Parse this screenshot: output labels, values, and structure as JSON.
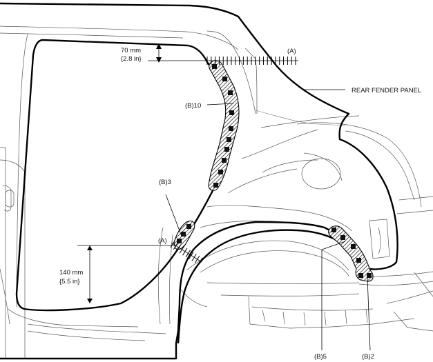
{
  "labels": {
    "seam_upper": "(A)",
    "seam_lower": "(A)",
    "rear_fender_panel": "REAR FENDER PANEL",
    "spot_upper": "(B)10",
    "spot_mid": "(B)3",
    "spot_rear_inner": "(B)5",
    "spot_rear_outer": "(B)2"
  },
  "dimensions": {
    "upper_mm": "70 mm",
    "upper_in": "{2.8 in}",
    "lower_mm": "140 mm",
    "lower_in": "{5.5 in}"
  },
  "colors": {
    "outline": "#000000",
    "panel_line": "#555555",
    "background": "#ffffff"
  },
  "icons": [
    "spot-weld-square-icon",
    "sealer-hatch-pattern"
  ]
}
